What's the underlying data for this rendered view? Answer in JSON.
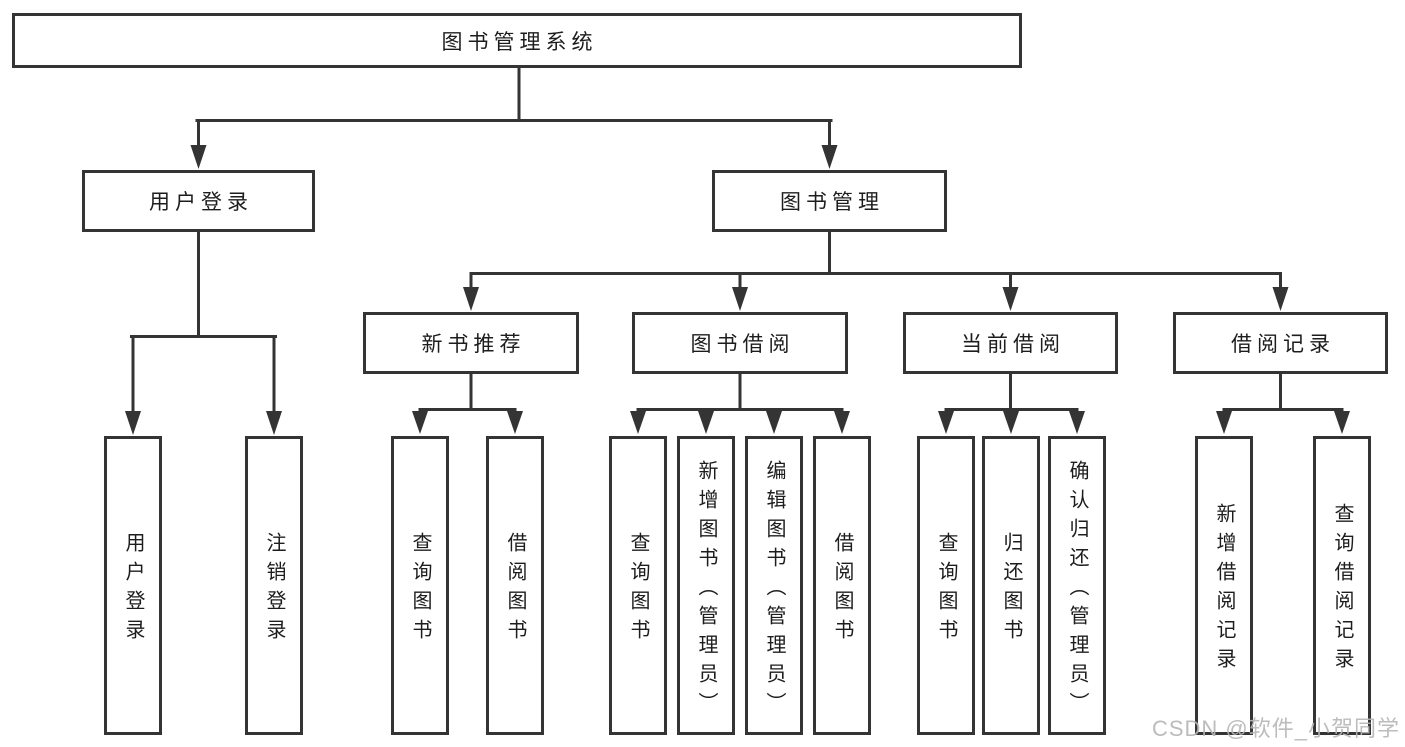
{
  "diagram_type": "hierarchy-tree",
  "colors": {
    "line": "#343434",
    "node_border": "#343434",
    "text": "#1d1d1d",
    "watermark": "#b5b5b5",
    "background": "#ffffff"
  },
  "tree": {
    "label": "图书管理系统",
    "children": [
      {
        "label": "用户登录",
        "children": [
          {
            "label": "用户登录"
          },
          {
            "label": "注销登录"
          }
        ]
      },
      {
        "label": "图书管理",
        "children": [
          {
            "label": "新书推荐",
            "children": [
              {
                "label": "查询图书"
              },
              {
                "label": "借阅图书"
              }
            ]
          },
          {
            "label": "图书借阅",
            "children": [
              {
                "label": "查询图书"
              },
              {
                "label": "新增图书（管理员）"
              },
              {
                "label": "编辑图书（管理员）"
              },
              {
                "label": "借阅图书"
              }
            ]
          },
          {
            "label": "当前借阅",
            "children": [
              {
                "label": "查询图书"
              },
              {
                "label": "归还图书"
              },
              {
                "label": "确认归还（管理员）"
              }
            ]
          },
          {
            "label": "借阅记录",
            "children": [
              {
                "label": "新增借阅记录"
              },
              {
                "label": "查询借阅记录"
              }
            ]
          }
        ]
      }
    ]
  },
  "watermark": {
    "text": "CSDN @软件_小贺同学"
  }
}
